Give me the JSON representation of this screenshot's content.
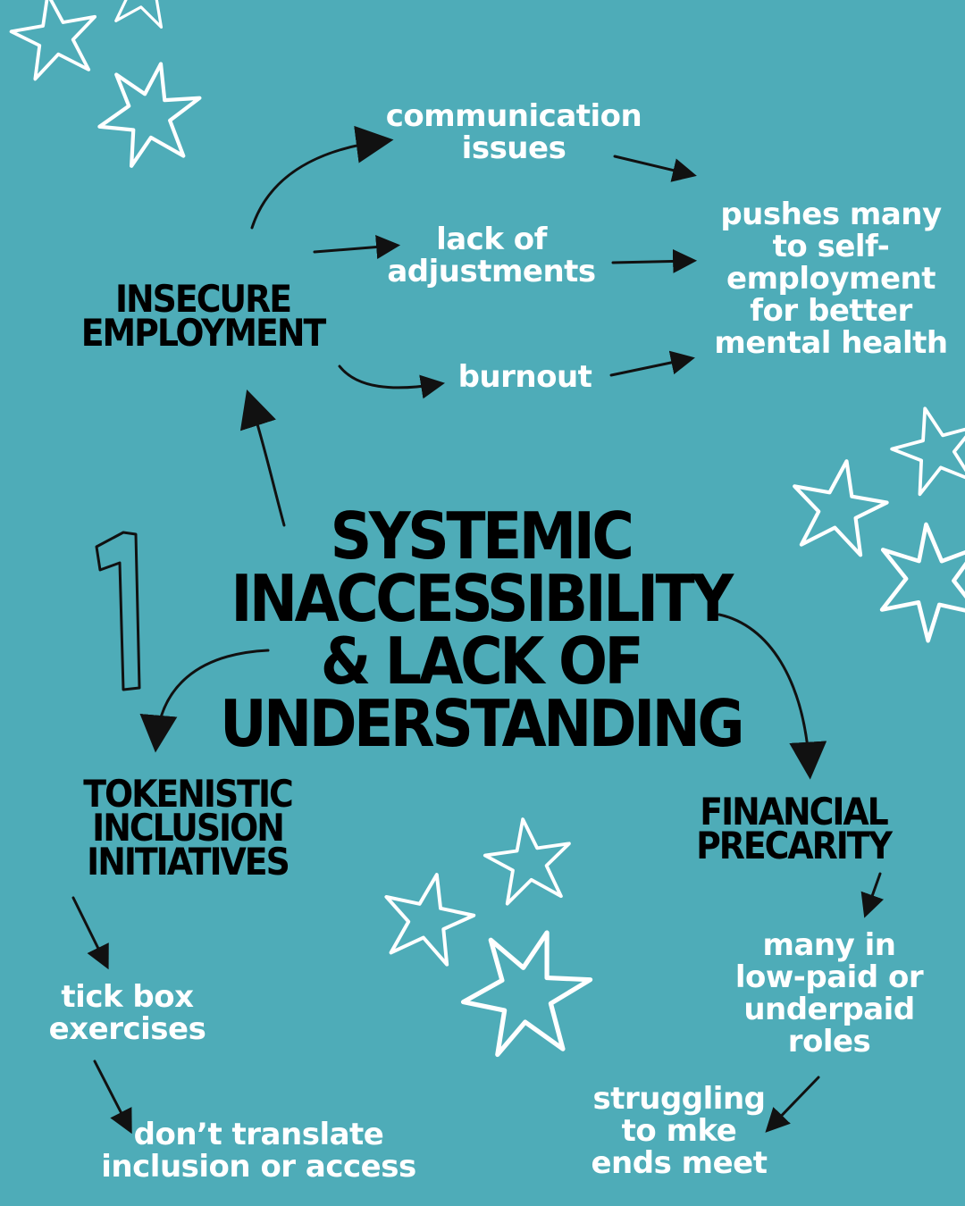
{
  "center": {
    "lines": [
      "SYSTEMIC",
      "INACCESSIBILITY",
      "& LACK OF",
      "UNDERSTANDING"
    ]
  },
  "big_number": "1",
  "insecure": {
    "heading": [
      "INSECURE",
      "EMPLOYMENT"
    ],
    "items": {
      "communication": [
        "communication",
        "issues"
      ],
      "adjustments": [
        "lack of",
        "adjustments"
      ],
      "burnout": [
        "burnout"
      ]
    },
    "result": [
      "pushes many",
      "to self-",
      "employment",
      "for better",
      "mental health"
    ]
  },
  "tokenistic": {
    "heading": [
      "TOKENISTIC",
      "INCLUSION",
      "INITIATIVES"
    ],
    "item1": [
      "tick box",
      "exercises"
    ],
    "item2": [
      "don’t translate",
      "inclusion or access"
    ]
  },
  "financial": {
    "heading": [
      "FINANCIAL",
      "PRECARITY"
    ],
    "item1": [
      "many in",
      "low-paid or",
      "underpaid",
      "roles"
    ],
    "item2": [
      "struggling",
      "to mke",
      "ends meet"
    ]
  },
  "colors": {
    "background": "#4eacb8",
    "text_light": "#ffffff",
    "text_dark": "#000000"
  },
  "icons": [
    "star-icon",
    "arrow-icon"
  ]
}
